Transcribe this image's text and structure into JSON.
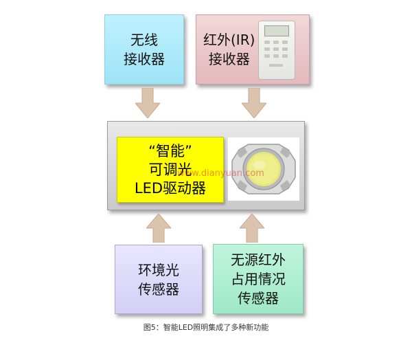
{
  "boxes": {
    "wireless": "无线\n接收器",
    "ir": "红外(IR)\n接收器",
    "driver": "“智能”\n可调光\nLED驱动器",
    "ambient": "环境光\n传感器",
    "pir": "无源红外\n占用情况\n传感器"
  },
  "watermark": "www.dianyuan.com",
  "caption": "图5：智能LED照明集成了多种新功能",
  "colors": {
    "wireless": "#a9e8f7",
    "ir": "#e8c3c6",
    "driver": "#ffff00",
    "frame": "#d8d8d8",
    "ambient": "#dcd9fa",
    "pir": "#abedd0",
    "arrow": "#dcc3ad"
  },
  "icons": [
    "ir-remote-control-image",
    "led-chip-image",
    "up-arrow-icon",
    "down-arrow-icon"
  ]
}
